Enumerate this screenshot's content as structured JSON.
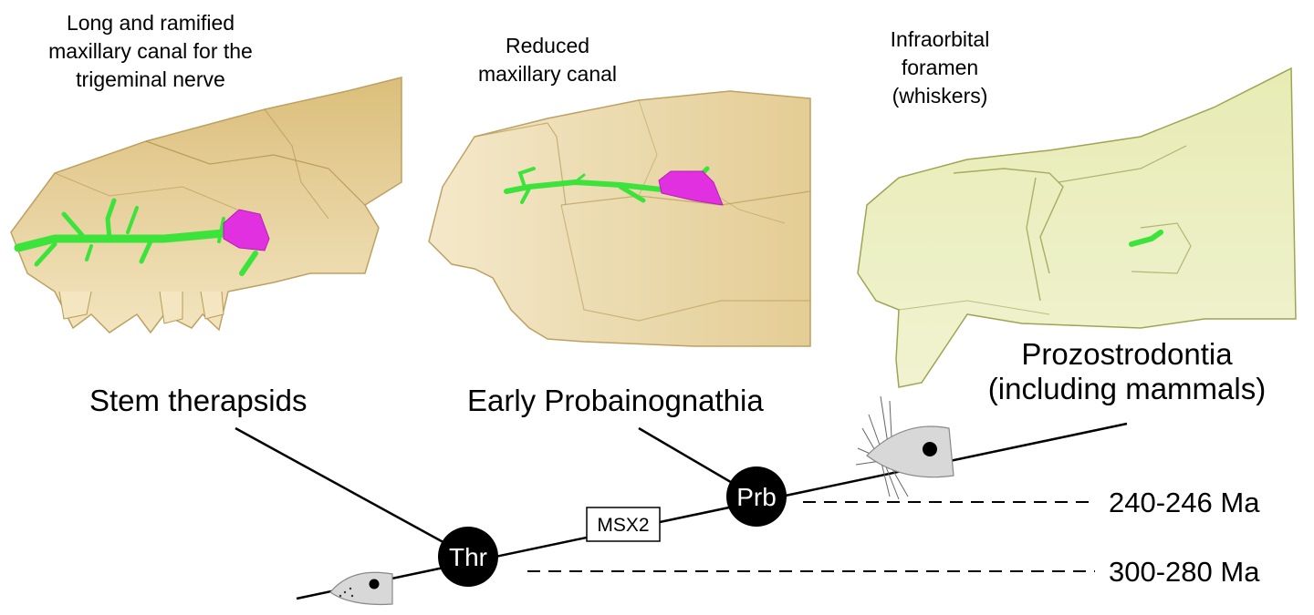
{
  "captions": {
    "stem": "Long and ramified\nmaxillary canal for the\ntrigeminal nerve",
    "early": "Reduced\nmaxillary canal",
    "proz": "Infraorbital\nforamen\n(whiskers)"
  },
  "clades": {
    "stem": "Stem therapsids",
    "early": "Early Probainognathia",
    "proz": "Prozostrodontia\n(including mammals)"
  },
  "nodes": {
    "thr": "Thr",
    "prb": "Prb"
  },
  "marker": "MSX2",
  "ages": {
    "upper": "240-246 Ma",
    "lower": "300-280 Ma"
  },
  "colors": {
    "canal": "#3be33b",
    "sinus": "#e030e0",
    "skull_tan": "#e6cf94",
    "skull_yellow": "#eef0b4",
    "node": "#000000"
  }
}
